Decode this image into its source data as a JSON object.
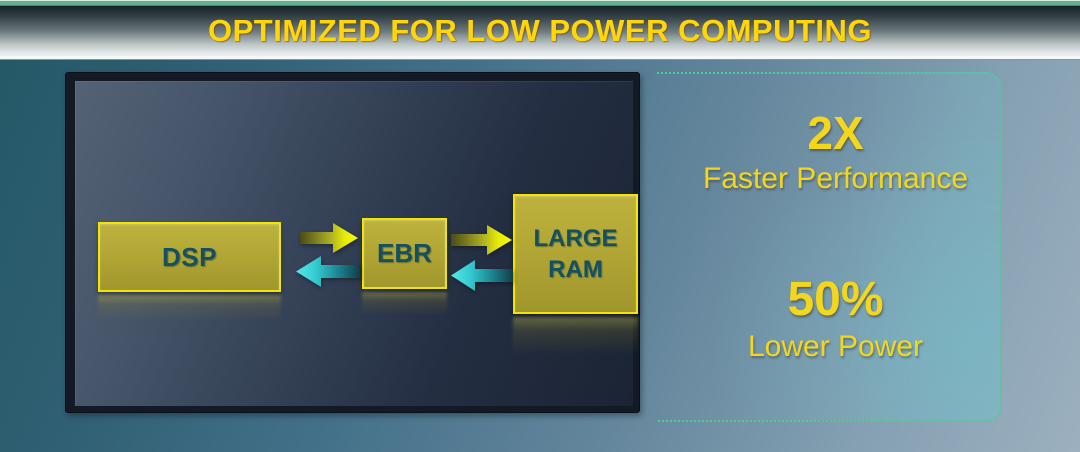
{
  "banner": {
    "title": "OPTIMIZED FOR LOW POWER COMPUTING"
  },
  "diagram": {
    "description": "chip block diagram on dark die panel",
    "blocks": [
      {
        "label": "DSP"
      },
      {
        "label": "EBR"
      },
      {
        "label": "LARGE RAM"
      }
    ],
    "arrows": [
      {
        "from": "DSP",
        "to": "EBR",
        "direction": "right",
        "color": "#f2f500"
      },
      {
        "from": "EBR",
        "to": "DSP",
        "direction": "left",
        "color": "#40dbdc"
      },
      {
        "from": "EBR",
        "to": "LARGE RAM",
        "direction": "right",
        "color": "#f2f500"
      },
      {
        "from": "LARGE RAM",
        "to": "EBR",
        "direction": "left",
        "color": "#40dbdc"
      }
    ]
  },
  "metrics": [
    {
      "value": "2X",
      "label": "Faster Performance"
    },
    {
      "value": "50%",
      "label": "Lower Power"
    }
  ],
  "colors": {
    "title_text": "#ffd60a",
    "metric_text": "#f4d71d",
    "block_fill": "#b2a735",
    "block_border": "#f2e404",
    "block_text": "#145064",
    "accent_green_strip": "#5cb38c",
    "dotted_border": "#46d193",
    "panel_dark": "#1b2434"
  }
}
